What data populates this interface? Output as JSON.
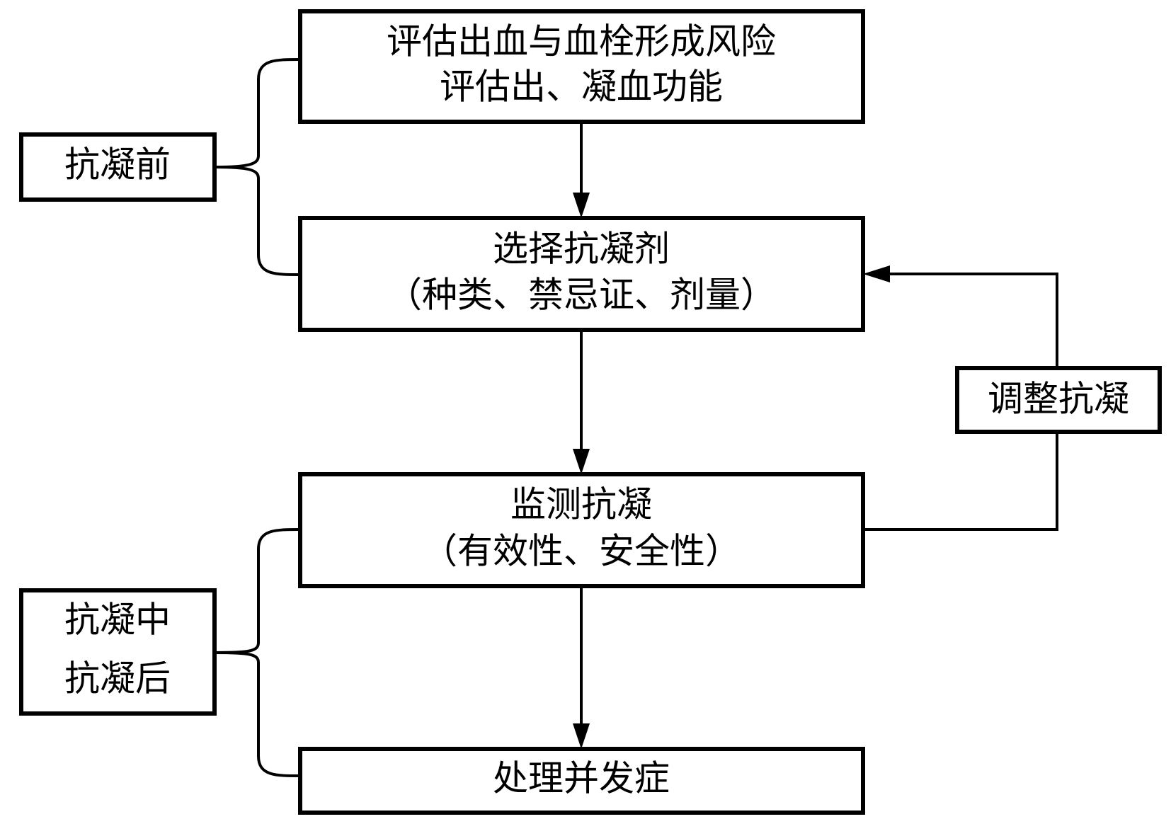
{
  "steps": {
    "assess": {
      "line1": "评估出血与血栓形成风险",
      "line2": "评估出、凝血功能"
    },
    "select": {
      "line1": "选择抗凝剂",
      "line2": "（种类、禁忌证、剂量）"
    },
    "monitor": {
      "line1": "监测抗凝",
      "line2": "（有效性、安全性）"
    },
    "complications": {
      "line1": "处理并发症"
    }
  },
  "phases": {
    "before": {
      "line1": "抗凝前"
    },
    "during_after": {
      "line1": "抗凝中",
      "line2": "抗凝后"
    }
  },
  "feedback": {
    "label": "调整抗凝"
  },
  "colors": {
    "stroke": "#000000",
    "background": "#ffffff"
  }
}
